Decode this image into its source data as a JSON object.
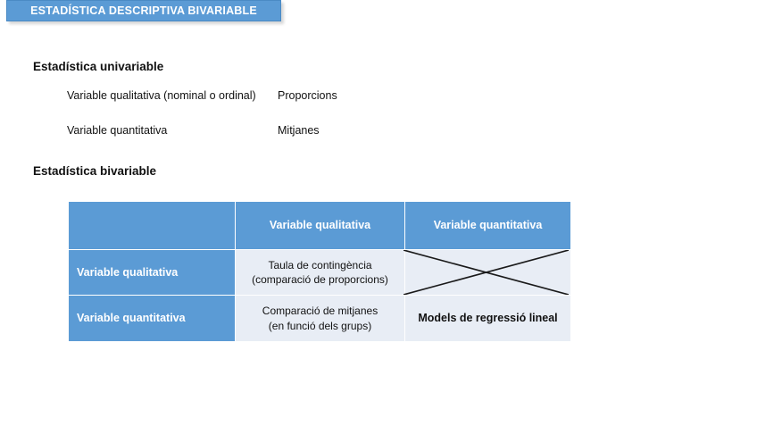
{
  "banner": {
    "title": "ESTADÍSTICA DESCRIPTIVA BIVARIABLE",
    "color": "#5b9bd5"
  },
  "univariable": {
    "heading": "Estadística univariable",
    "rows": [
      {
        "label": "Variable qualitativa (nominal o ordinal)",
        "value": "Proporcions"
      },
      {
        "label": "Variable quantitativa",
        "value": "Mitjanes"
      }
    ]
  },
  "bivariable": {
    "heading": "Estadística bivariable",
    "table": {
      "corner": "",
      "columns": [
        "Variable qualitativa",
        "Variable quantitativa"
      ],
      "rows": [
        {
          "header": "Variable qualitativa",
          "cells": [
            {
              "text": "Taula de contingència\n(comparació de proporcions)",
              "line1": "Taula de contingència",
              "line2": "(comparació de proporcions)",
              "bold": false,
              "crossed": false
            },
            {
              "text": "",
              "line1": "",
              "line2": "",
              "bold": false,
              "crossed": true
            }
          ]
        },
        {
          "header": "Variable quantitativa",
          "cells": [
            {
              "text": "Comparació de mitjanes\n(en funció dels grups)",
              "line1": "Comparació de mitjanes",
              "line2": "(en funció dels grups)",
              "bold": false,
              "crossed": false
            },
            {
              "text": "Models de regressió lineal",
              "line1": "Models de regressió lineal",
              "line2": "",
              "bold": true,
              "crossed": false
            }
          ]
        }
      ]
    },
    "colors": {
      "header_blue": "#5b9bd5",
      "cell_light": "#e8edf5",
      "cross_line": "#1a1a1a"
    }
  }
}
